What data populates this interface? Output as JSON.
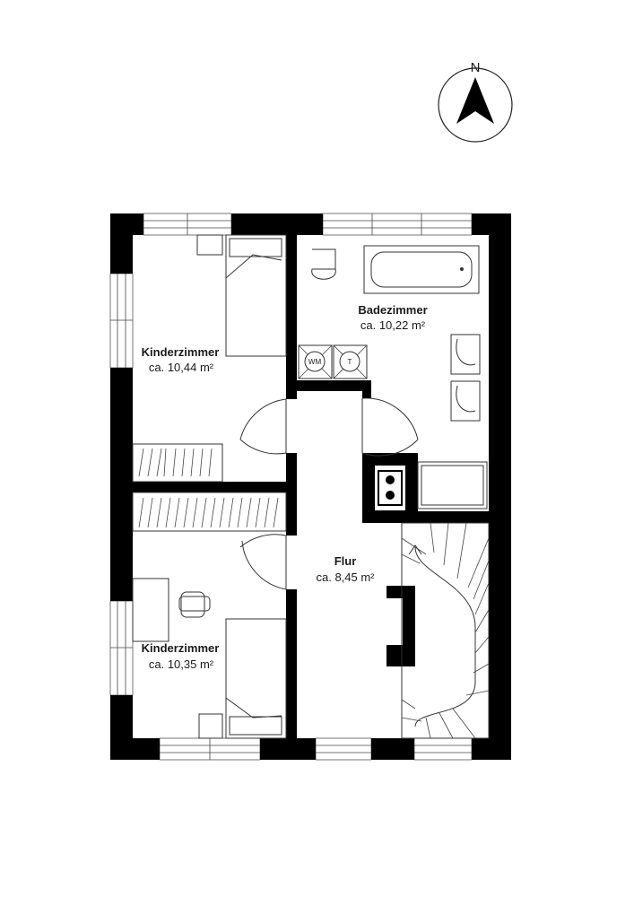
{
  "compass": {
    "label": "N"
  },
  "rooms": [
    {
      "id": "kinderzimmer-1",
      "name": "Kinderzimmer",
      "area": "ca. 10,44 m²"
    },
    {
      "id": "badezimmer",
      "name": "Badezimmer",
      "area": "ca. 10,22 m²"
    },
    {
      "id": "flur",
      "name": "Flur",
      "area": "ca. 8,45 m²"
    },
    {
      "id": "kinderzimmer-2",
      "name": "Kinderzimmer",
      "area": "ca. 10,35 m²"
    }
  ],
  "fixtures": {
    "washer": "WM",
    "dryer": "T"
  }
}
